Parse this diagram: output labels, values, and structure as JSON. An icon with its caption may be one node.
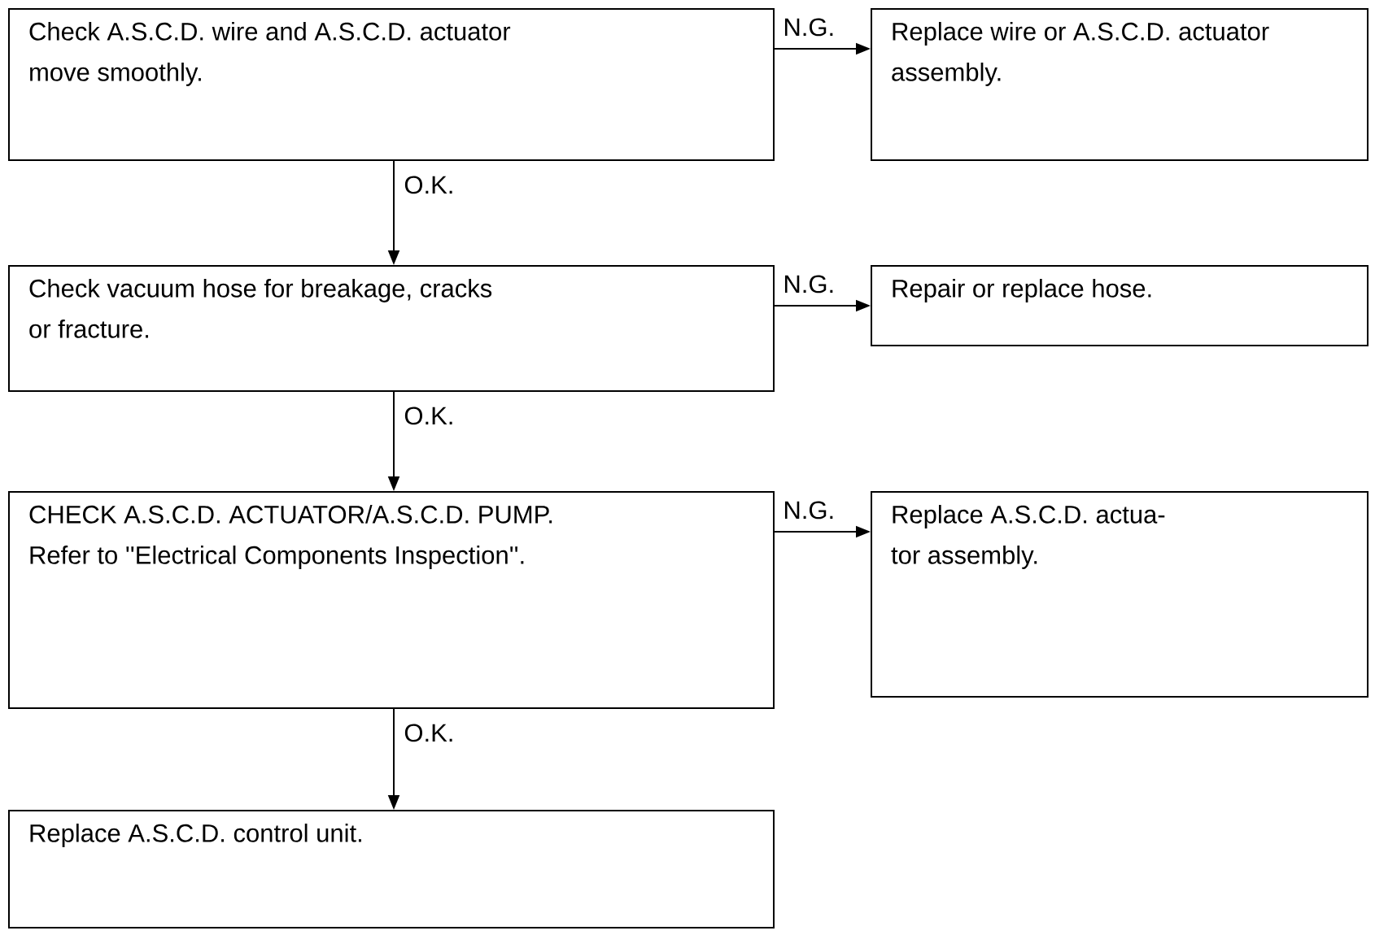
{
  "diagram": {
    "nodes": [
      {
        "text": [
          "Check A.S.C.D. wire and A.S.C.D. actuator move smoothly."
        ]
      },
      {
        "text": [
          "Replace wire or A.S.C.D. actuator assembly."
        ]
      },
      {
        "text": [
          "Check vacuum hose for breakage, cracks or fracture."
        ]
      },
      {
        "text": [
          "Repair or replace hose."
        ]
      },
      {
        "text": [
          "CHECK A.S.C.D. ACTUATOR/A.S.C.D. PUMP.",
          "Refer to ''Electrical Components Inspection''."
        ]
      },
      {
        "text": [
          "Replace A.S.C.D. actua- tor assembly."
        ]
      },
      {
        "text": [
          "Replace A.S.C.D. control unit."
        ]
      }
    ],
    "edges": [
      {
        "from": 0,
        "to": 1,
        "arrow": "to",
        "label": "N.G."
      },
      {
        "from": 0,
        "to": 2,
        "arrow": "to",
        "label": "O.K."
      },
      {
        "from": 2,
        "to": 3,
        "arrow": "to",
        "label": "N.G."
      },
      {
        "from": 2,
        "to": 4,
        "arrow": "to",
        "label": "O.K."
      },
      {
        "from": 4,
        "to": 5,
        "arrow": "to",
        "label": "N.G."
      },
      {
        "from": 4,
        "to": 6,
        "arrow": "to",
        "label": "O.K."
      }
    ]
  }
}
